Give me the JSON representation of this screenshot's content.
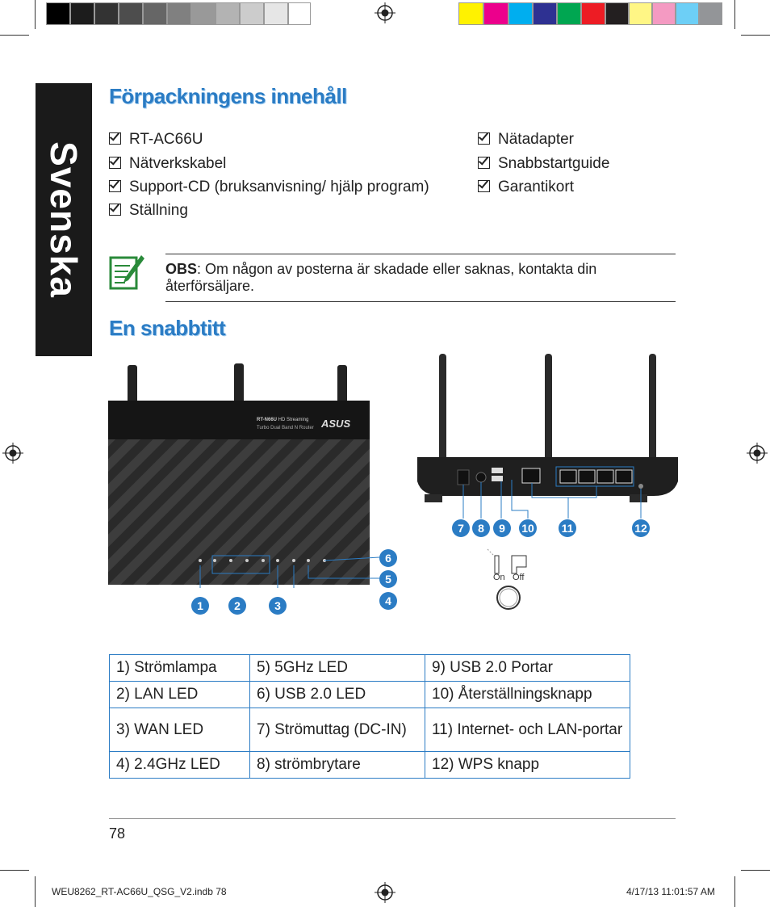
{
  "side_tab": "Svenska",
  "section1": {
    "title": "Förpackningens innehåll",
    "left_items": [
      "RT-AC66U",
      "Nätverkskabel",
      "Support-CD (bruksanvisning/ hjälp program)",
      "Ställning"
    ],
    "right_items": [
      "Nätadapter",
      "Snabbstartguide",
      "Garantikort"
    ]
  },
  "note": {
    "label": "OBS",
    "text": ":  Om någon av posterna är skadade eller saknas, kontakta din återförsäljare."
  },
  "section2": {
    "title": "En snabbtitt"
  },
  "router": {
    "model_label": "RT-N66U",
    "model_suffix": " HD Streaming",
    "subtitle": "Turbo Dual Band N Router",
    "brand": "ASUS"
  },
  "switch": {
    "on": "On",
    "off": "Off"
  },
  "callouts_front": [
    "1",
    "2",
    "3",
    "4",
    "5",
    "6"
  ],
  "callouts_back": [
    "7",
    "8",
    "9",
    "10",
    "11",
    "12"
  ],
  "parts_table": [
    [
      "1)   Strömlampa",
      "5)   5GHz LED",
      "9)      USB 2.0 Portar"
    ],
    [
      "2)   LAN LED",
      "6)   USB 2.0 LED",
      "10)   Återställningsknapp"
    ],
    [
      "3)   WAN LED",
      "7)   Strömuttag (DC-IN)",
      "11)   Internet- och LAN-portar"
    ],
    [
      "4)   2.4GHz LED",
      "8)   strömbrytare",
      "12)   WPS knapp"
    ]
  ],
  "page_number": "78",
  "print_info": {
    "file": "WEU8262_RT-AC66U_QSG_V2.indb   78",
    "date": "4/17/13   11:01:57 AM"
  },
  "colors": {
    "accent": "#2b7cc4"
  }
}
